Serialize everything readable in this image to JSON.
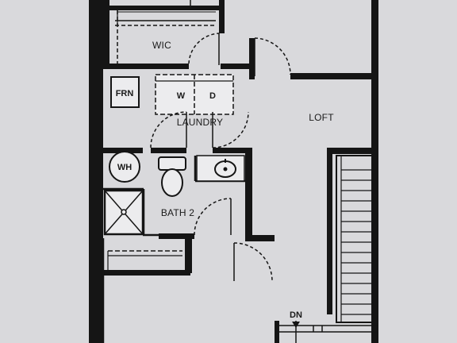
{
  "rooms": {
    "wic": "WIC",
    "loft": "LOFT",
    "laundry": "LAUNDRY",
    "bath2": "BATH 2"
  },
  "fixtures": {
    "furnace": "FRN",
    "washer": "W",
    "dryer": "D",
    "water_heater": "WH"
  },
  "stairs": {
    "direction": "DN"
  },
  "colors": {
    "wall": "#151515",
    "paper": "#d9d9dc",
    "fixture_fill": "#ececee"
  }
}
